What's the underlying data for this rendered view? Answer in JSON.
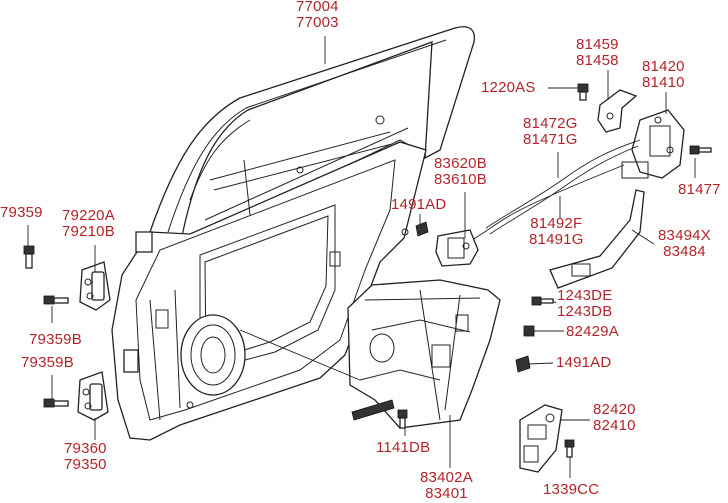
{
  "labels": {
    "l77004": "77004",
    "l77003": "77003",
    "l81459": "81459",
    "l81458": "81458",
    "l81420": "81420",
    "l81410": "81410",
    "l1220AS": "1220AS",
    "l81472G": "81472G",
    "l81471G": "81471G",
    "l81477": "81477",
    "l83620B": "83620B",
    "l83610B": "83610B",
    "l1491AD_top": "1491AD",
    "l81492F": "81492F",
    "l81491G": "81491G",
    "l83494X": "83494X",
    "l83484": "83484",
    "l79359": "79359",
    "l79220A": "79220A",
    "l79210B": "79210B",
    "l1243DE": "1243DE",
    "l1243DB": "1243DB",
    "l82429A": "82429A",
    "l79359B_1": "79359B",
    "l79359B_2": "79359B",
    "l1491AD_bottom": "1491AD",
    "l82420": "82420",
    "l82410": "82410",
    "l1141DB": "1141DB",
    "l79360": "79360",
    "l79350": "79350",
    "l83402A": "83402A",
    "l83401": "83401",
    "l1339CC": "1339CC"
  },
  "colors": {
    "label": "#b3242a",
    "line": "#222222"
  }
}
